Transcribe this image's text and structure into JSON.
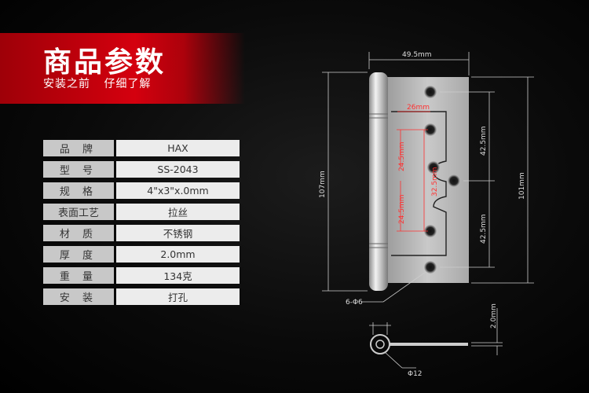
{
  "header": {
    "title": "商品参数",
    "subtitle_parts": [
      "安装之前",
      "仔细了解"
    ]
  },
  "specs": [
    {
      "label": "品 牌",
      "value": "HAX"
    },
    {
      "label": "型 号",
      "value": "SS-2043"
    },
    {
      "label": "规 格",
      "value": "4\"x3\"x.0mm"
    },
    {
      "label": "表面工艺",
      "value": "拉丝"
    },
    {
      "label": "材 质",
      "value": "不锈钢"
    },
    {
      "label": "厚 度",
      "value": "2.0mm"
    },
    {
      "label": "重 量",
      "value": "134克"
    },
    {
      "label": "安 装",
      "value": "打孔"
    }
  ],
  "drawing": {
    "width_dim": "49.5mm",
    "height_total": "107mm",
    "height_leaf": "101mm",
    "upper_spacing": "42.5mm",
    "lower_spacing": "42.5mm",
    "hole_offset": "26mm",
    "inner_upper": "24.5mm",
    "inner_lower": "24.5mm",
    "center_dim": "32.5mm",
    "holes": "6-Φ6",
    "thickness": "2.0mm",
    "knuckle_diameter": "Φ12"
  },
  "colors": {
    "accent": "#d4000e",
    "dimension_red": "#ff3030"
  }
}
